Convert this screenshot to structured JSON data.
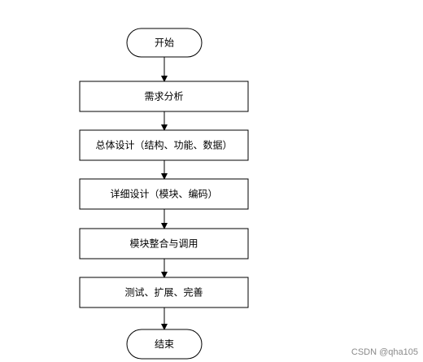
{
  "flowchart": {
    "start": "开始",
    "steps": [
      "需求分析",
      "总体设计（结构、功能、数据）",
      "详细设计（模块、编码）",
      "模块整合与调用",
      "测试、扩展、完善"
    ],
    "end": "结束"
  },
  "watermark": "CSDN @qha105",
  "colors": {
    "stroke": "#000000",
    "text": "#000000",
    "watermark": "#8a8a8a",
    "background": "#ffffff"
  }
}
